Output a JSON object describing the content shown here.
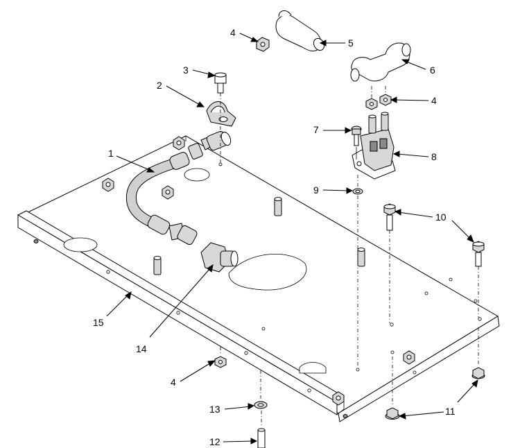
{
  "callouts": [
    {
      "id": "1",
      "text": "1"
    },
    {
      "id": "2",
      "text": "2"
    },
    {
      "id": "3",
      "text": "3"
    },
    {
      "id": "4a",
      "text": "4"
    },
    {
      "id": "4b",
      "text": "4"
    },
    {
      "id": "4c",
      "text": "4"
    },
    {
      "id": "5",
      "text": "5"
    },
    {
      "id": "6",
      "text": "6"
    },
    {
      "id": "7",
      "text": "7"
    },
    {
      "id": "8",
      "text": "8"
    },
    {
      "id": "9",
      "text": "9"
    },
    {
      "id": "10",
      "text": "10"
    },
    {
      "id": "11",
      "text": "11"
    },
    {
      "id": "12",
      "text": "12"
    },
    {
      "id": "13",
      "text": "13"
    },
    {
      "id": "14",
      "text": "14"
    },
    {
      "id": "15",
      "text": "15"
    }
  ]
}
